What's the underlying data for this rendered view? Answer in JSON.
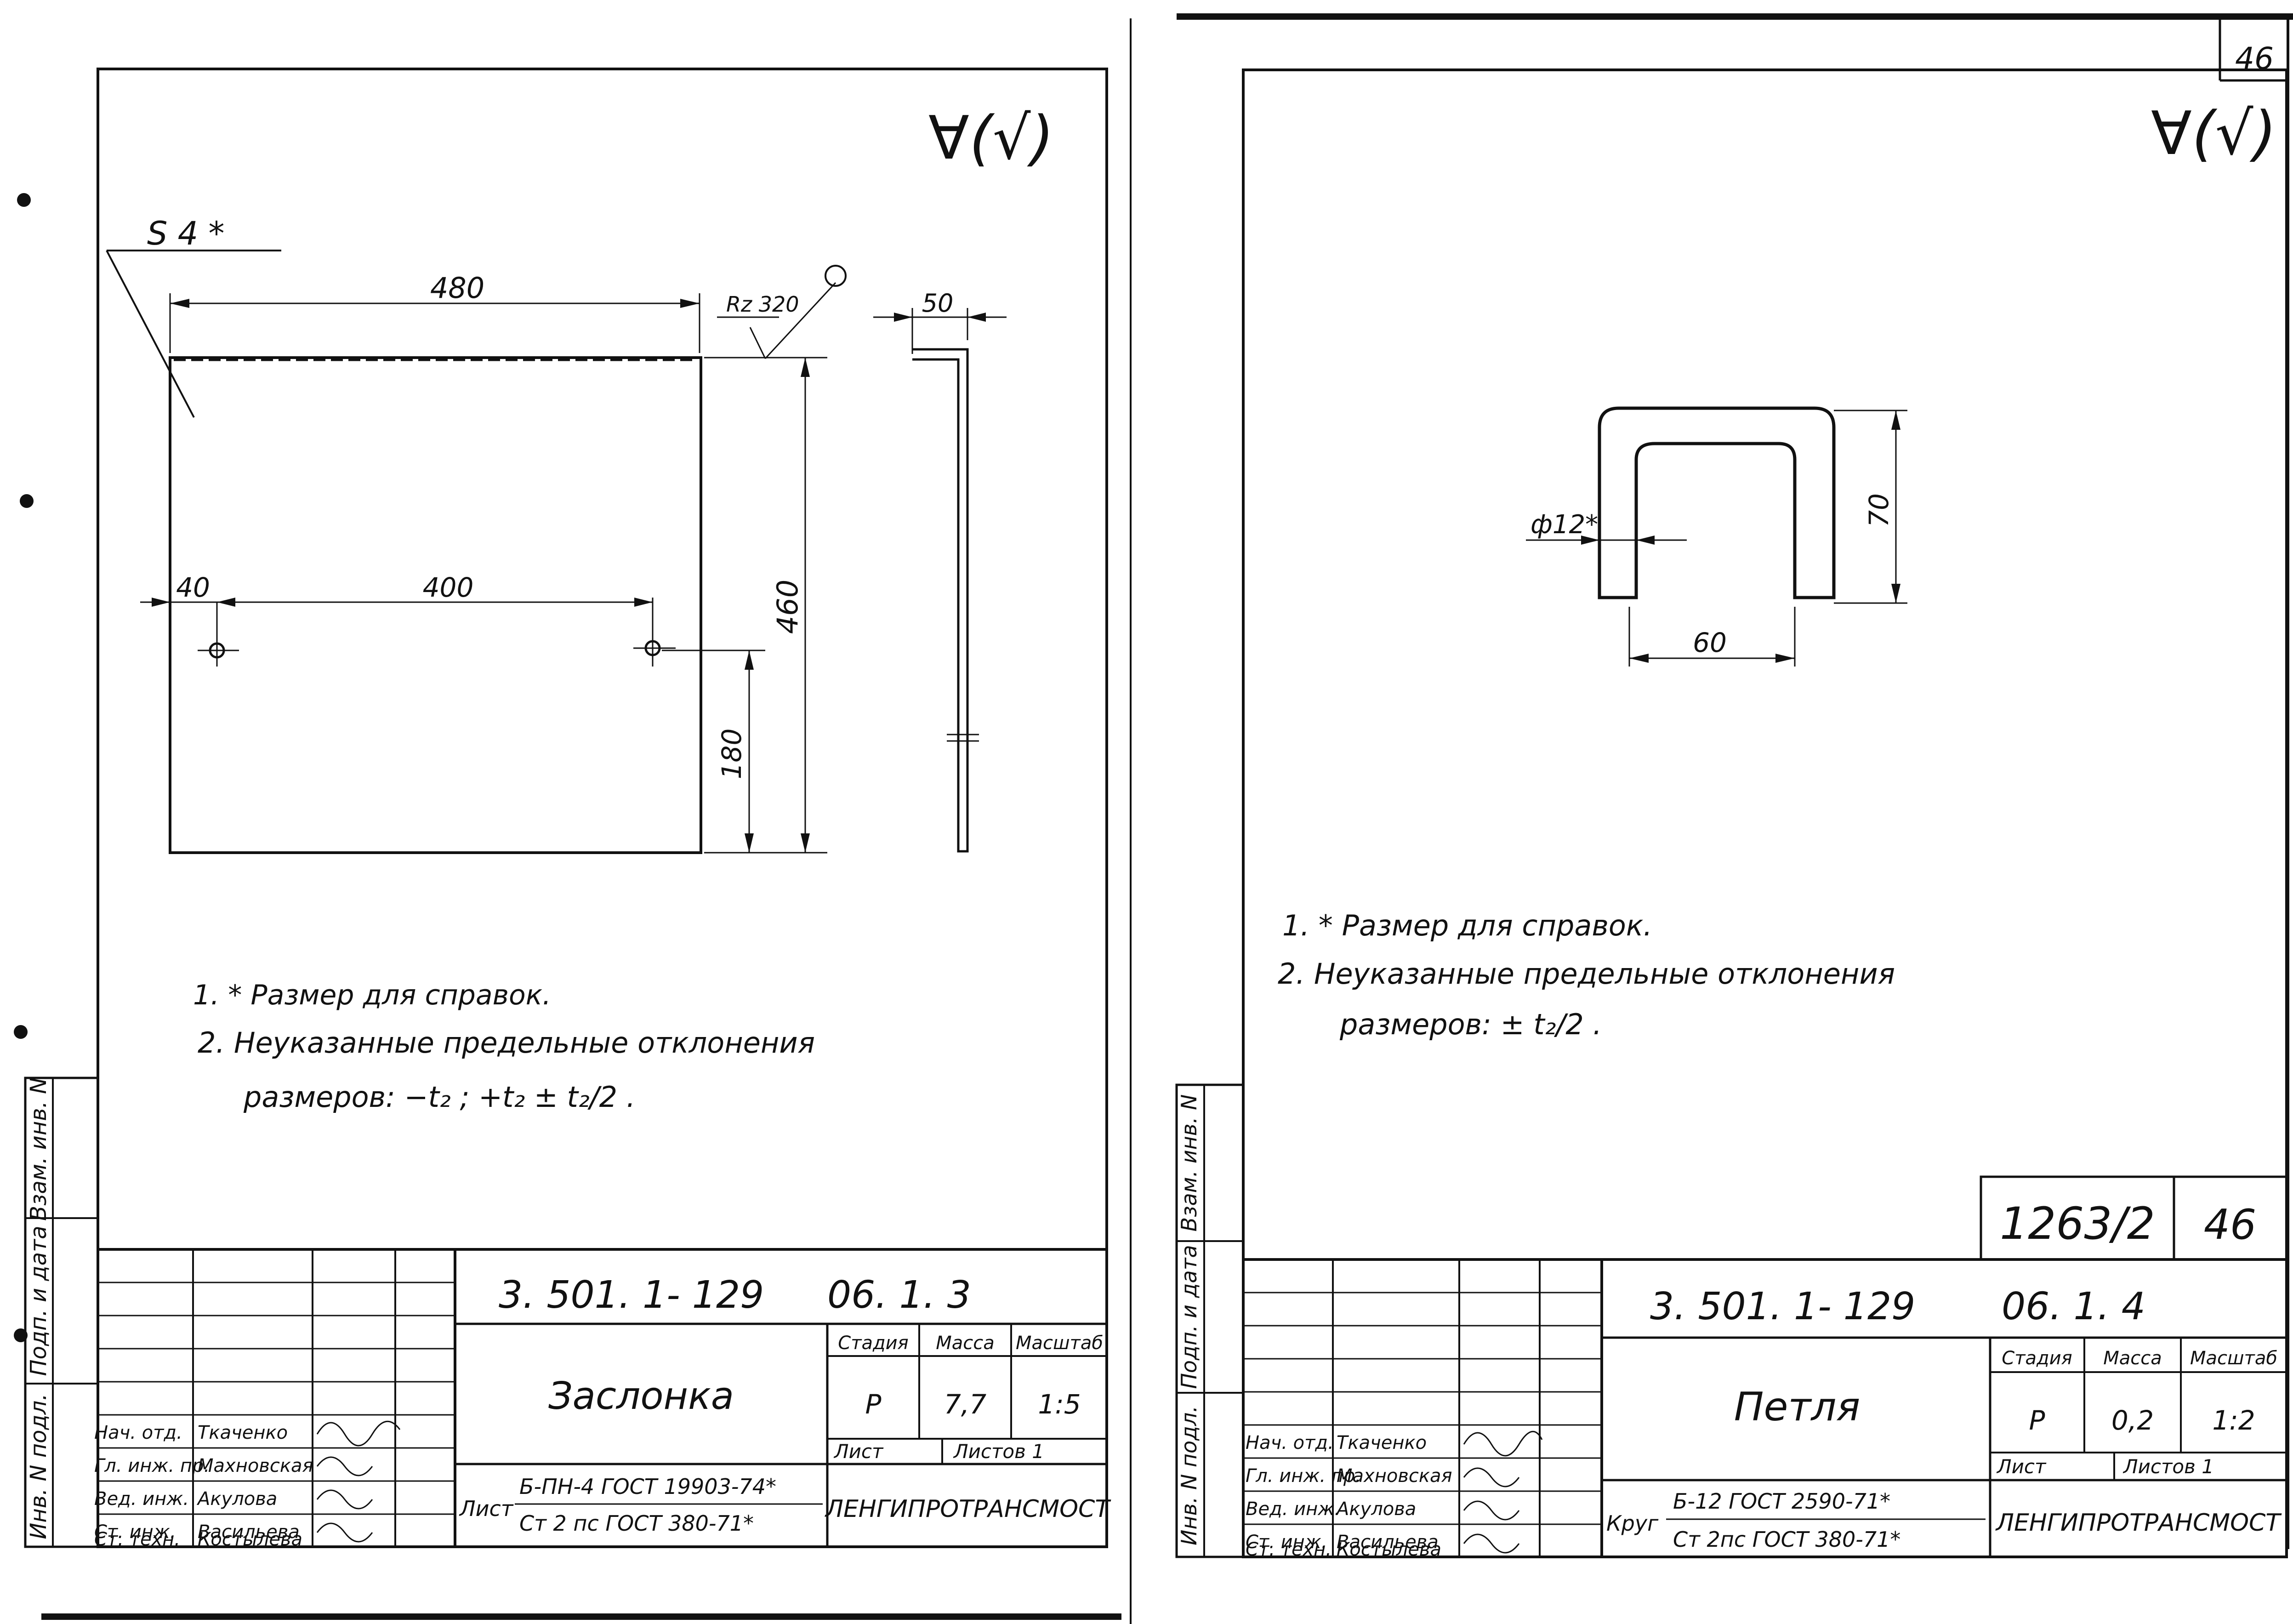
{
  "corner_sheet_number": "46",
  "left": {
    "surface_symbol": "∀(√)",
    "thickness_label": "S 4 *",
    "roughness_label": "Rz 320",
    "dimensions": {
      "width": "480",
      "height": "460",
      "hole_offset": "40",
      "hole_spacing": "400",
      "hole_height": "180",
      "flange": "50"
    },
    "notes": {
      "n1": "1. * Размер для справок.",
      "n2": "2. Неуказанные предельные отклонения",
      "n3": "размеров: −t₂ ; +t₂  ± t₂/2 ."
    },
    "side_labels": [
      "Инв. N подл.",
      "Подп. и дата",
      "Взам. инв. N"
    ],
    "title_block": {
      "code": "3. 501. 1- 129",
      "sheet_code": "06. 1. 3",
      "name": "Заслонка",
      "stage_label": "Стадия",
      "mass_label": "Масса",
      "scale_label": "Масштаб",
      "stage": "Р",
      "mass": "7,7",
      "scale": "1:5",
      "sheet_label": "Лист",
      "sheets_label": "Листов  1",
      "material_prefix": "Лист",
      "material_top": "Б-ПН-4 ГОСТ 19903-74*",
      "material_bottom": "Ст 2 пс ГОСТ 380-71*",
      "org": "ЛЕНГИПРОТРАНСМОСТ",
      "roles": [
        "Нач. отд.",
        "Гл. инж. пр.",
        "Вед. инж.",
        "Ст. инж.",
        "Ст. техн."
      ],
      "names": [
        "Ткаченко",
        "Махновская",
        "Акулова",
        "Васильева",
        "Костылева"
      ]
    }
  },
  "right": {
    "surface_symbol": "∀(√)",
    "dimensions": {
      "diameter": "ф12*",
      "height": "70",
      "width": "60"
    },
    "notes": {
      "n1": "1. * Размер для справок.",
      "n2": "2. Неуказанные предельные отклонения",
      "n3": "размеров: ± t₂/2 ."
    },
    "side_labels": [
      "Инв. N подл.",
      "Подп. и дата",
      "Взам. инв. N"
    ],
    "stamp": "1263/2",
    "stamp_sheet": "46",
    "title_block": {
      "code": "3. 501. 1- 129",
      "sheet_code": "06. 1. 4",
      "name": "Петля",
      "stage_label": "Стадия",
      "mass_label": "Масса",
      "scale_label": "Масштаб",
      "stage": "Р",
      "mass": "0,2",
      "scale": "1:2",
      "sheet_label": "Лист",
      "sheets_label": "Листов  1",
      "material_prefix": "Круг",
      "material_top": "Б-12 ГОСТ 2590-71*",
      "material_bottom": "Ст 2пс ГОСТ 380-71*",
      "org": "ЛЕНГИПРОТРАНСМОСТ",
      "roles": [
        "Нач. отд.",
        "Гл. инж. пр.",
        "Вед. инж.",
        "Ст. инж.",
        "Ст. техн."
      ],
      "names": [
        "Ткаченко",
        "Махновская",
        "Акулова",
        "Васильева",
        "Костылева"
      ]
    }
  }
}
